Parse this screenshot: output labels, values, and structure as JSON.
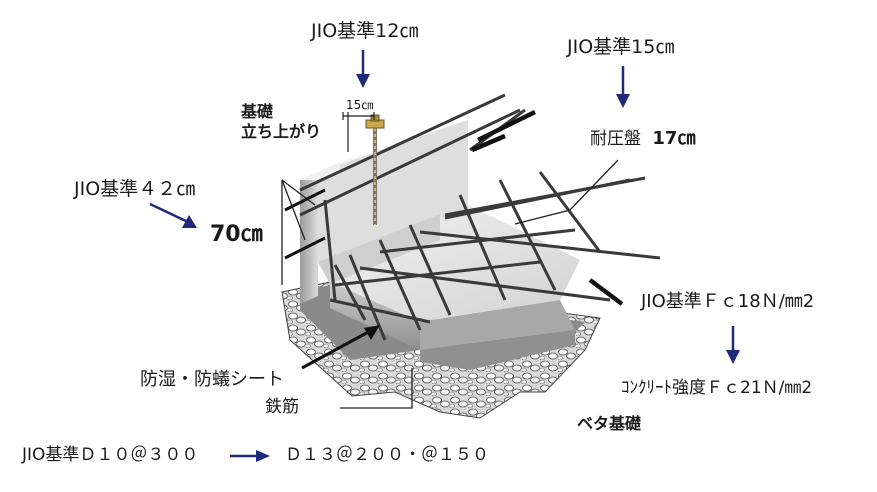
{
  "labels": {
    "jio_12": "JIO基準12㎝",
    "jio_15": "JIO基準15㎝",
    "rise_15": "15㎝",
    "kiso": "基礎",
    "tachiagari": "立ち上がり",
    "taiatsuban": "耐圧盤",
    "taiatsuban_value": "17㎝",
    "jio_42": "JIO基準４２㎝",
    "height_70": "70㎝",
    "jio_fc18": "JIO基準Ｆｃ18Ｎ/㎜2",
    "concrete_fc21": "ｺﾝｸﾘｰﾄ強度Ｆｃ21Ｎ/㎜2",
    "bousitsu": "防湿・防蟻シート",
    "tekkin": "鉄筋",
    "beta_kiso": "ベタ基礎",
    "jio_d10": "JIO基準Ｄ１０＠３００",
    "d13": "Ｄ１３＠２００・＠１５０"
  },
  "colors": {
    "arrow": "#1f2a7a",
    "text": "#1a1a1a",
    "concrete_light": "#e6e6e6",
    "concrete_mid": "#bdbdbd",
    "concrete_dark": "#7a7a7a",
    "rebar": "#3a3a3a"
  }
}
